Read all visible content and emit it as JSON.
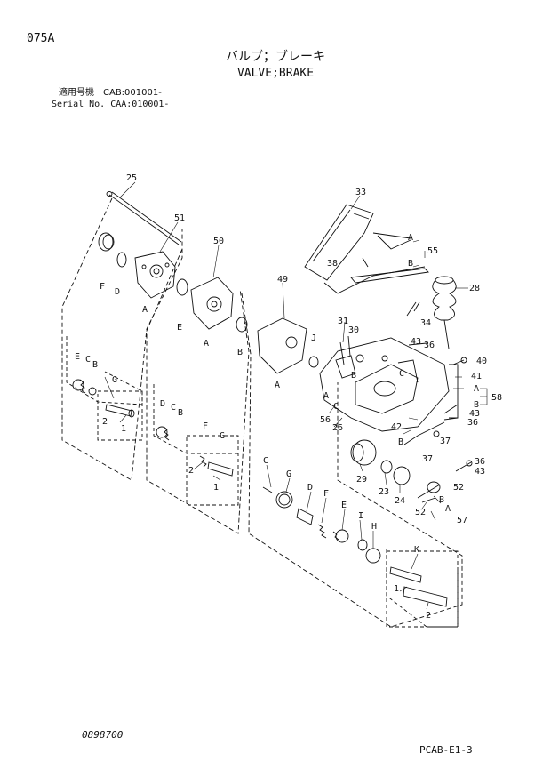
{
  "header": {
    "page_id": "075A",
    "title_jp": "バルブ；ブレーキ",
    "title_en": "VALVE;BRAKE",
    "serial_jp": "適用号機　CAB:001001-",
    "serial_en": "Serial No. CAA:010001-"
  },
  "footer": {
    "doc_no": "0898700",
    "page_code": "PCAB-E1-3"
  },
  "callouts": {
    "n1": "1",
    "n2": "2",
    "n23": "23",
    "n24": "24",
    "n25": "25",
    "n26": "26",
    "n28": "28",
    "n29": "29",
    "n30": "30",
    "n31": "31",
    "n33": "33",
    "n34": "34",
    "n36": "36",
    "n37": "37",
    "n38": "38",
    "n40": "40",
    "n41": "41",
    "n42": "42",
    "n43": "43",
    "n49": "49",
    "n50": "50",
    "n51": "51",
    "n52": "52",
    "n55": "55",
    "n56": "56",
    "n57": "57",
    "n58": "58",
    "A": "A",
    "B": "B",
    "C": "C",
    "D": "D",
    "E": "E",
    "F": "F",
    "G": "G",
    "H": "H",
    "I": "I",
    "J": "J",
    "K": "K"
  }
}
